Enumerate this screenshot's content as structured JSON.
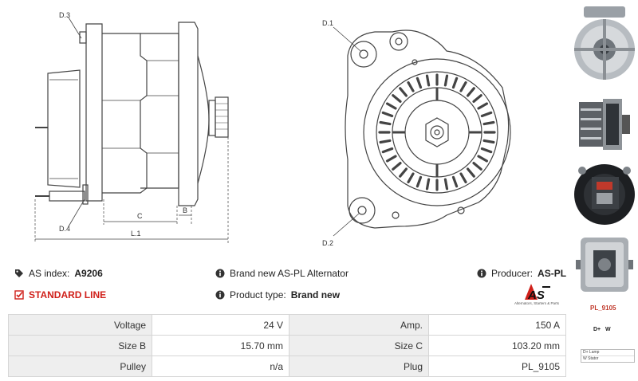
{
  "drawing": {
    "side_view_labels": {
      "d3": "D.3",
      "d4": "D.4",
      "c": "C",
      "b": "B",
      "l1": "L.1"
    },
    "front_view_labels": {
      "d1": "D.1",
      "d2": "D.2"
    }
  },
  "info": {
    "as_index_label": "AS index:",
    "as_index_value": "A9206",
    "standard_line": "STANDARD LINE",
    "description": "Brand new AS-PL Alternator",
    "product_type_label": "Product type:",
    "product_type_value": "Brand new",
    "producer_label": "Producer:",
    "producer_value": "AS-PL"
  },
  "logo": {
    "text": "AS",
    "tagline": "Alternators, Starters & Parts",
    "colors": {
      "red": "#d0201a",
      "black": "#111111"
    }
  },
  "params": [
    {
      "l1": "Voltage",
      "v1": "24 V",
      "l2": "Amp.",
      "v2": "150 A"
    },
    {
      "l1": "Size B",
      "v1": "15.70 mm",
      "l2": "Size C",
      "v2": "103.20 mm"
    },
    {
      "l1": "Pulley",
      "v1": "n/a",
      "l2": "Plug",
      "v2": "PL_9105"
    }
  ],
  "sidebar": {
    "plug_code": "PL_9105",
    "plug_terminals": "D+   W",
    "legend": [
      {
        "key": "D+",
        "text": "Lamp"
      },
      {
        "key": "W",
        "text": "Stator"
      }
    ]
  }
}
